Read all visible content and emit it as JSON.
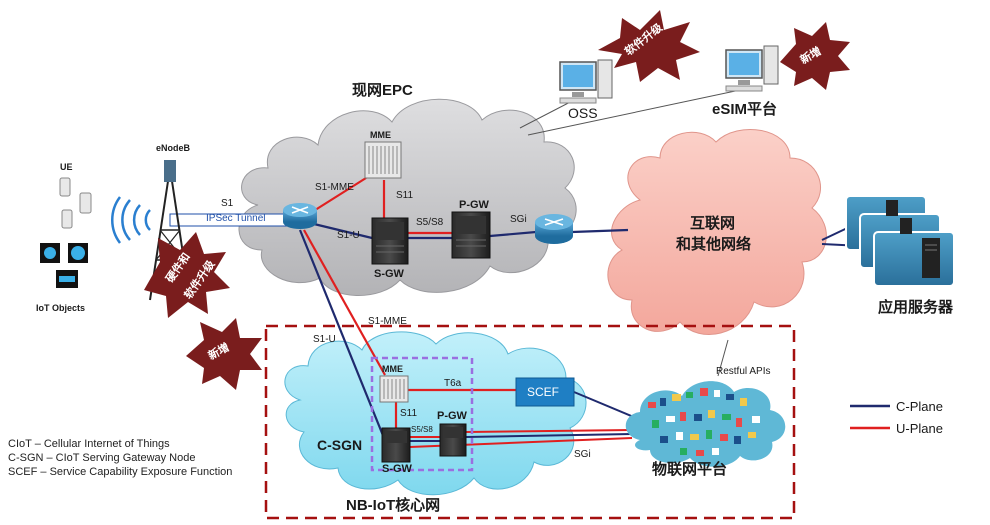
{
  "labels": {
    "ue": "UE",
    "enodeb": "eNodeB",
    "iot_objects": "IoT Objects",
    "s1": "S1",
    "ipsec_tunnel": "IPSec Tunnel",
    "current_epc": "现网EPC",
    "mme_top": "MME",
    "s1_mme": "S1-MME",
    "s11_top": "S11",
    "s1_u": "S1-U",
    "s5s8_top": "S5/S8",
    "pgw_top": "P-GW",
    "sgw_top": "S-GW",
    "sgi_top": "SGi",
    "oss": "OSS",
    "esim": "eSIM平台",
    "internet_line1": "互联网",
    "internet_line2": "和其他网络",
    "app_servers": "应用服务器",
    "s1_mme_lower": "S1-MME",
    "s1_u_lower": "S1-U",
    "mme_lower": "MME",
    "t6a": "T6a",
    "scef": "SCEF",
    "restful": "Restful APIs",
    "s11_lower": "S11",
    "pgw_lower": "P-GW",
    "s5s8_lower": "S5/S8",
    "sgw_lower": "S-GW",
    "sgi_lower": "SGi",
    "csgn": "C-SGN",
    "iot_platform": "物联网平台",
    "nbiot_core": "NB-IoT核心网",
    "legend_cplane": "C-Plane",
    "legend_uplane": "U-Plane",
    "note_ciot": "CIoT – Cellular Internet of Things",
    "note_csgn": "C-SGN – CIoT Serving Gateway Node",
    "note_scef": "SCEF – Service Capability Exposure Function"
  },
  "badges": {
    "software_upgrade": "软件升级",
    "new_top": "新增",
    "hw_sw_upgrade_1": "硬件和",
    "hw_sw_upgrade_2": "软件升级",
    "new_left": "新增"
  },
  "colors": {
    "c_plane": "#1f2a6e",
    "u_plane": "#e02020",
    "cloud_gray": "#c9c9cc",
    "cloud_pink": "#f8b9b0",
    "cloud_cyan": "#9fe3f2",
    "scef_box": "#1f7fc4",
    "burst": "#7a1d1d",
    "dashed_red": "#a51010",
    "dashed_purple": "#9a6fe0"
  }
}
